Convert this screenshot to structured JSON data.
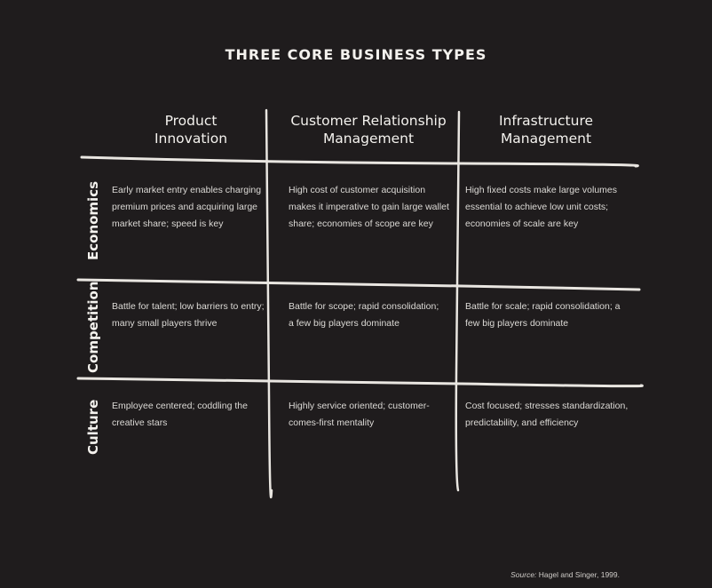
{
  "title": "THREE CORE BUSINESS TYPES",
  "columns": [
    {
      "line1": "Product",
      "line2": "Innovation"
    },
    {
      "line1": "Customer Relationship",
      "line2": "Management"
    },
    {
      "line1": "Infrastructure",
      "line2": "Management"
    }
  ],
  "rows": [
    {
      "label": "Economics",
      "cells": [
        "Early market entry enables charging premium prices and acquiring large market share; speed is key",
        "High cost of customer acquisition makes it imperative to gain large wallet share; economies of scope are key",
        "High fixed costs make large volumes essential to achieve low unit costs; economies of scale are key"
      ]
    },
    {
      "label": "Competition",
      "cells": [
        "Battle for talent; low barriers to entry; many small players thrive",
        "Battle for scope; rapid consolidation; a few big players dominate",
        "Battle for scale; rapid consolidation; a few big players dominate"
      ]
    },
    {
      "label": "Culture",
      "cells": [
        "Employee centered; coddling the creative stars",
        "Highly service oriented; customer-comes-first mentality",
        "Cost focused; stresses standardization, predictability, and efficiency"
      ]
    }
  ],
  "source": {
    "label": "Source:",
    "text": "Hagel and Singer, 1999."
  }
}
